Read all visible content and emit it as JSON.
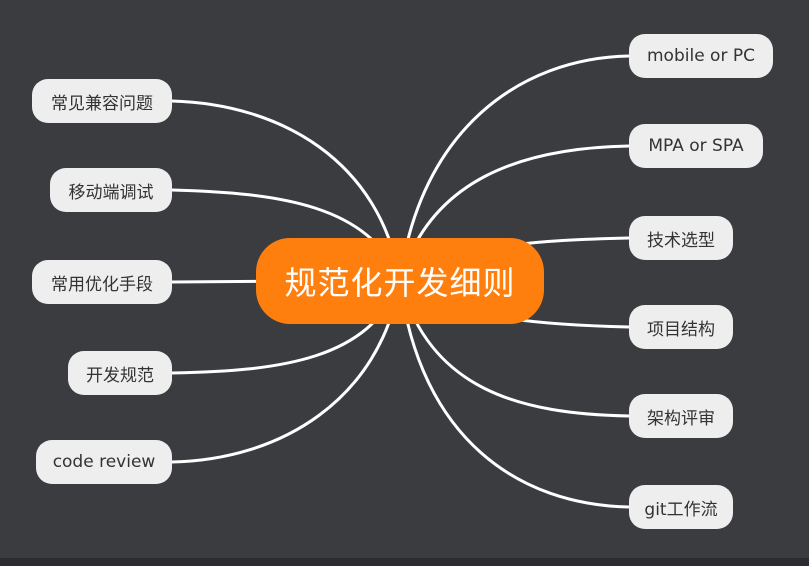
{
  "root": {
    "label": "规范化开发细则"
  },
  "left_branches": [
    {
      "label": "常见兼容问题"
    },
    {
      "label": "移动端调试"
    },
    {
      "label": "常用优化手段"
    },
    {
      "label": "开发规范"
    },
    {
      "label": "code review"
    }
  ],
  "right_branches": [
    {
      "label": "mobile or PC"
    },
    {
      "label": "MPA or SPA"
    },
    {
      "label": "技术选型"
    },
    {
      "label": "项目结构"
    },
    {
      "label": "架构评审"
    },
    {
      "label": "git工作流"
    }
  ],
  "colors": {
    "background": "#3a3c40",
    "root_fill": "#ff7f0e",
    "node_fill": "#eeeeee",
    "link": "#ffffff"
  }
}
